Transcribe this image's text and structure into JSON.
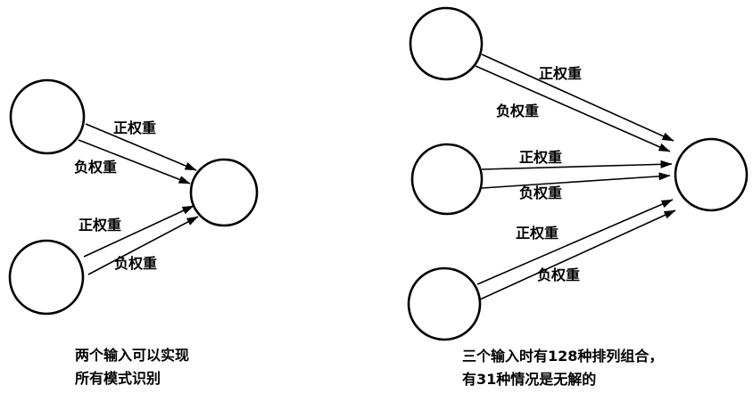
{
  "left": {
    "edge_labels": [
      "正权重",
      "负权重",
      "正权重",
      "负权重"
    ],
    "caption": [
      "两个输入可以实现",
      "所有模式识别"
    ]
  },
  "right": {
    "edge_labels": [
      "正权重",
      "负权重",
      "正权重",
      "负权重",
      "正权重",
      "负权重"
    ],
    "caption": [
      "三个输入时有128种排列组合，",
      "有31种情况是无解的"
    ]
  },
  "colors": {
    "stroke": "#000000",
    "background": "#ffffff"
  }
}
